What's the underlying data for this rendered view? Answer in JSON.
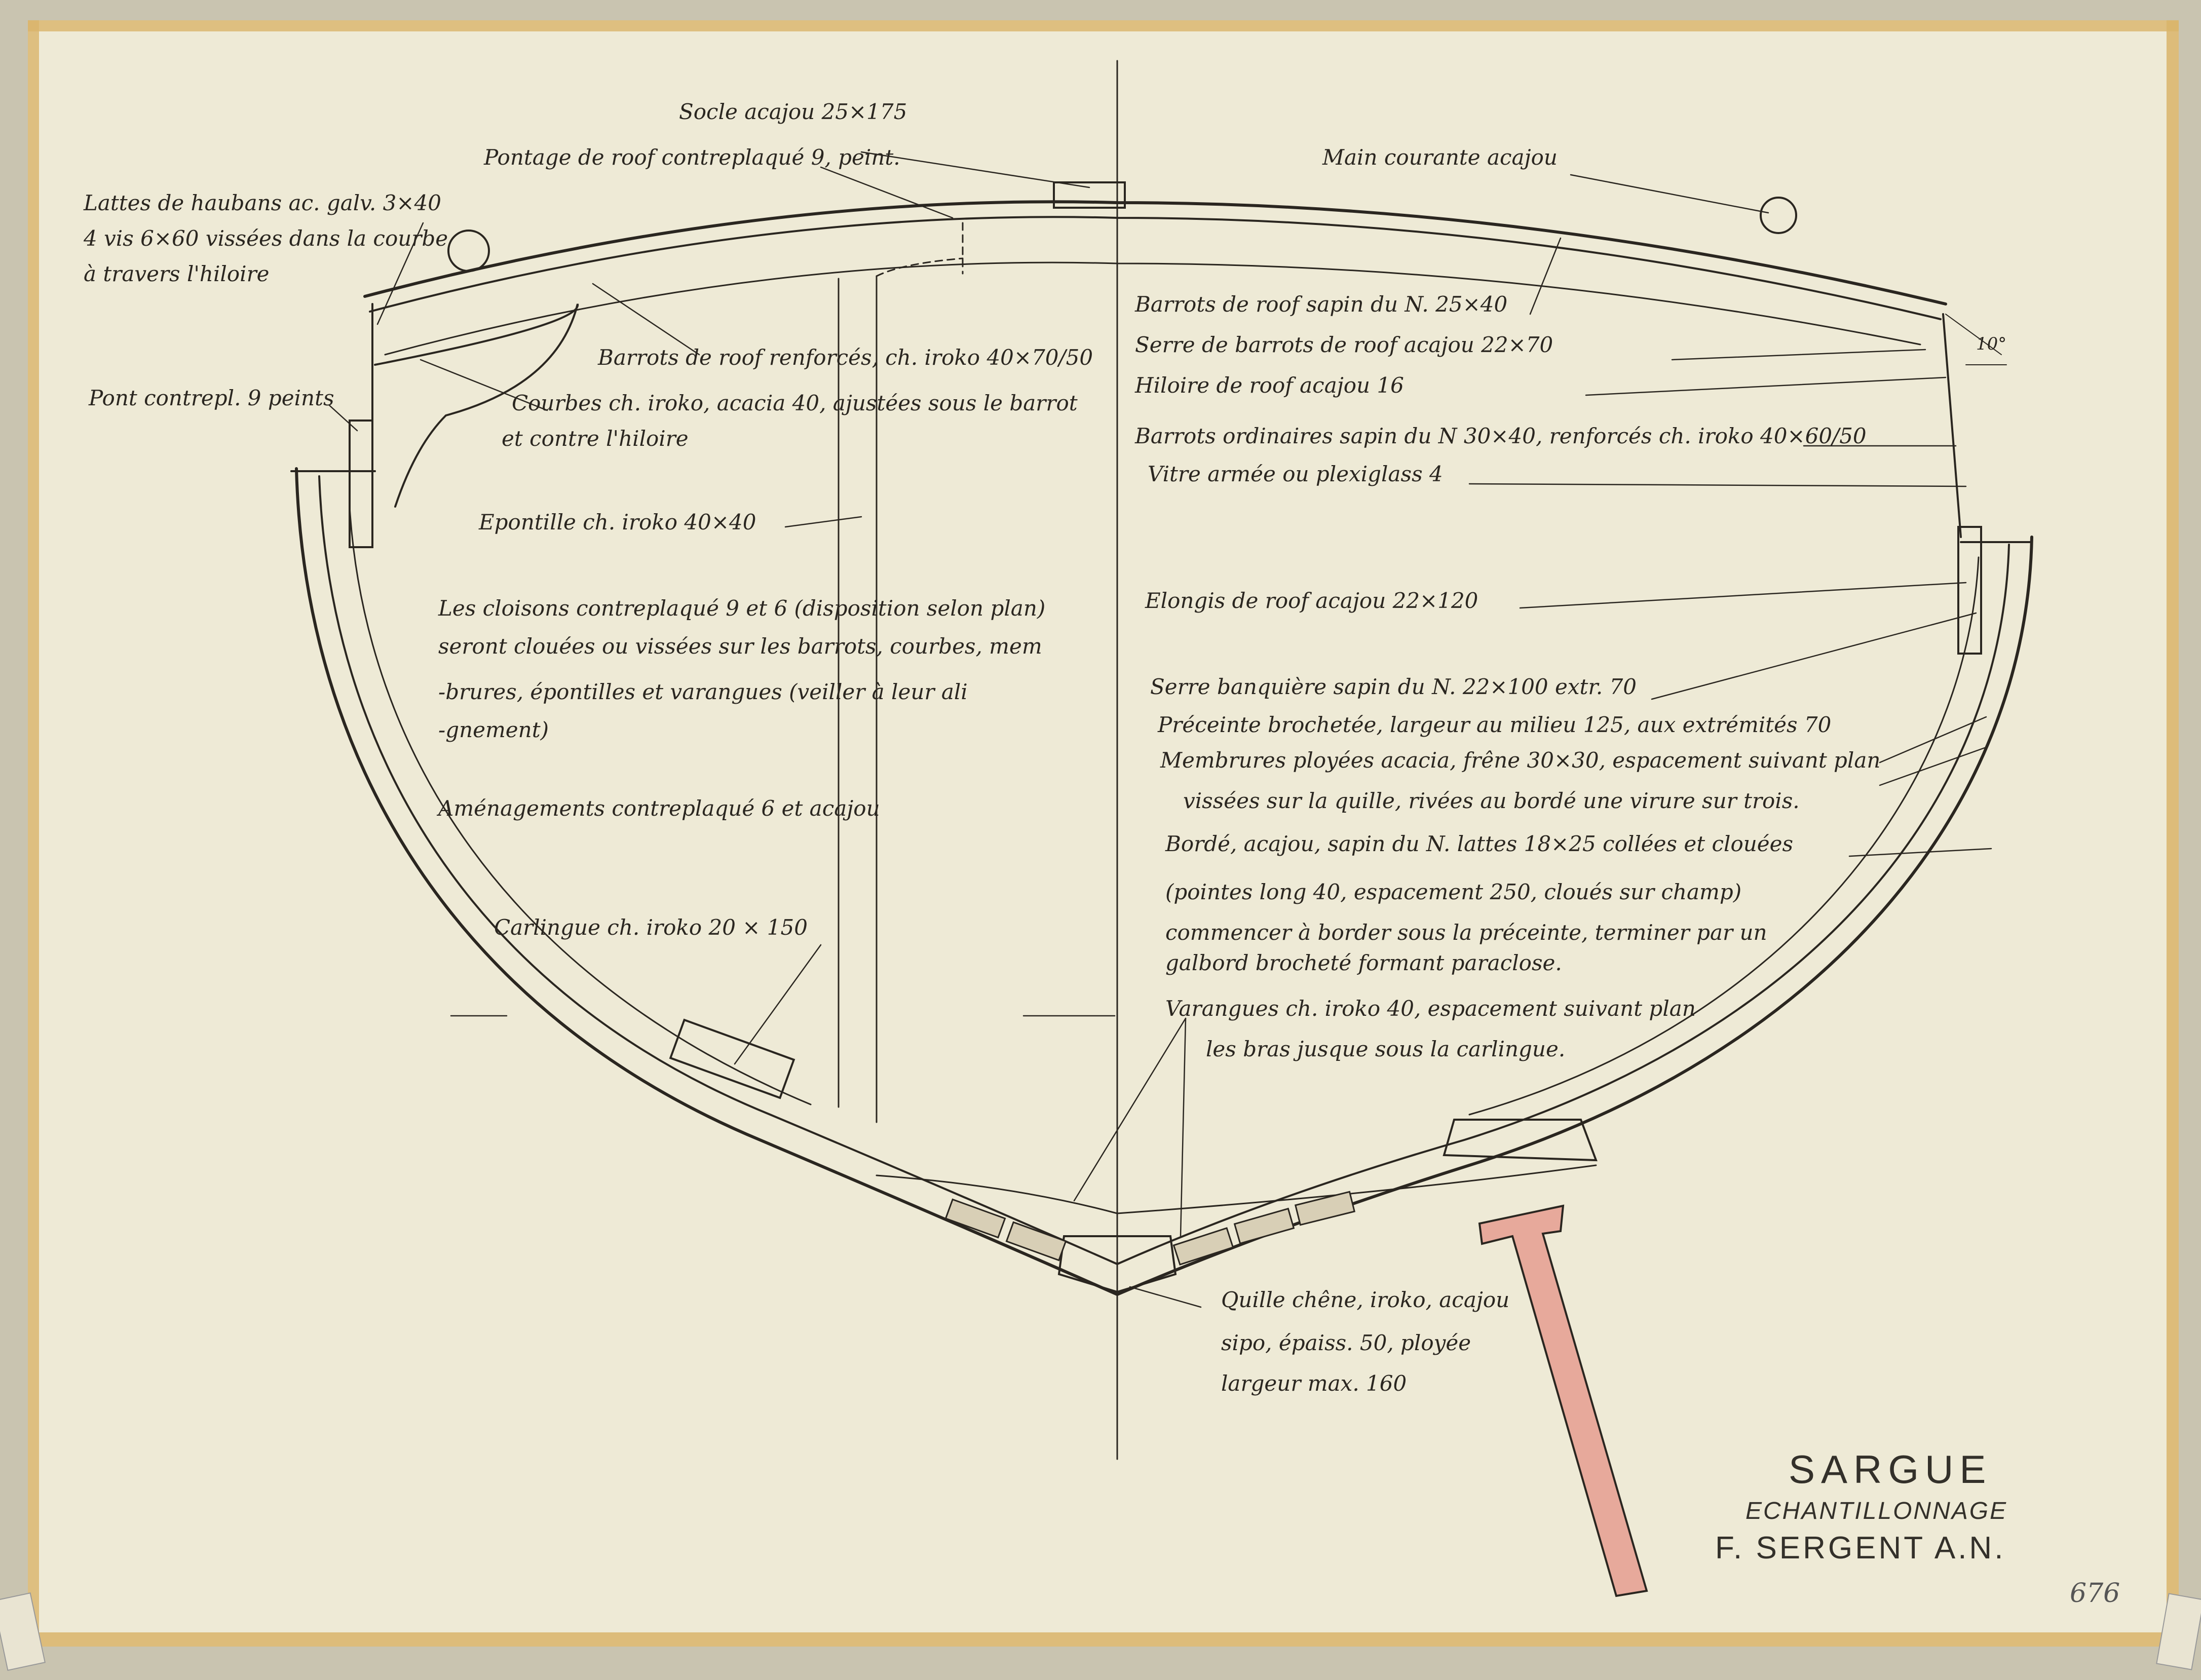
{
  "notes": {
    "socle": "Socle acajou 25×175",
    "pontage": "Pontage de roof contreplaqué 9, peint.",
    "main_courante": "Main courante acajou",
    "lattes_line1": "Lattes de haubans ac. galv. 3×40",
    "lattes_line2": "4 vis 6×60 vissées dans la courbe",
    "lattes_line3": "à travers l'hiloire",
    "barrots_sapin": "Barrots de roof sapin du N. 25×40",
    "barrots_renforces": "Barrots de roof renforcés, ch. iroko 40×70/50",
    "serre_barrots": "Serre de barrots de roof acajou 22×70",
    "hiloire": "Hiloire de roof acajou 16",
    "pont": "Pont contrepl. 9 peints",
    "courbes_line1": "Courbes ch. iroko, acacia 40, ajustées sous le barrot",
    "courbes_line2": "et contre l'hiloire",
    "barrots_ordinaires": "Barrots ordinaires sapin du N 30×40, renforcés ch. iroko 40×60/50",
    "vitre": "Vitre armée ou plexiglass 4",
    "epontille": "Epontille ch. iroko 40×40",
    "elongis": "Elongis de roof acajou 22×120",
    "cloisons_line1": "Les cloisons contreplaqué 9 et 6 (disposition selon plan)",
    "cloisons_line2": "seront clouées ou vissées sur les barrots, courbes, mem",
    "cloisons_line3": "-brures, épontilles et varangues (veiller à leur ali",
    "cloisons_line4": "-gnement)",
    "serre_banquiere": "Serre banquière sapin du N. 22×100 extr. 70",
    "preceinte": "Préceinte brochetée, largeur au milieu 125, aux extrémités 70",
    "membrures_line1": "Membrures ployées acacia, frêne 30×30, espacement suivant plan",
    "membrures_line2": "vissées sur la quille, rivées au bordé une virure sur trois.",
    "amenagements": "Aménagements contreplaqué 6 et acajou",
    "borde_line1": "Bordé, acajou, sapin du N. lattes 18×25 collées et clouées",
    "borde_line2": "(pointes long 40, espacement 250, cloués sur champ)",
    "borde_line3": "commencer à border sous la préceinte, terminer par un",
    "borde_line4": "galbord brocheté formant paraclose.",
    "carlingue": "Carlingue ch. iroko 20 × 150",
    "varangues_line1": "Varangues ch. iroko 40, espacement suivant plan",
    "varangues_line2": "les bras jusque sous la carlingue.",
    "quille_line1": "Quille chêne, iroko, acajou",
    "quille_line2": "sipo, épaiss. 50, ployée",
    "quille_line3": "largeur max. 160",
    "angle": "10°"
  },
  "title_block": {
    "name": "SARGUE",
    "subtitle": "ECHANTILLONNAGE",
    "author": "F. SERGENT A.N.",
    "sheet_number": "676"
  },
  "colors": {
    "paper": "#eeead6",
    "ink": "#2a2620",
    "tape": "#d9b46a",
    "centerboard": "#e7a99b"
  }
}
